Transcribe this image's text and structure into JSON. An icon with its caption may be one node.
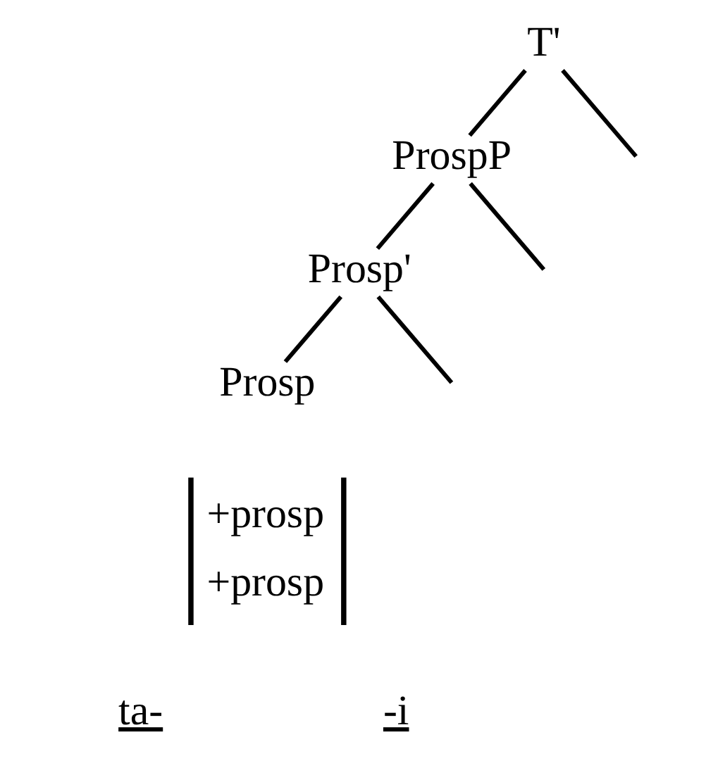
{
  "diagram": {
    "nodes": [
      {
        "text": [
          "T'"
        ]
      },
      {
        "text": [
          "ProspP"
        ]
      },
      {
        "text": [
          "Prosp'"
        ]
      },
      {
        "text": [
          "Prosp"
        ]
      },
      {
        "text": [
          "+prosp",
          "+prosp"
        ]
      }
    ],
    "edges": [
      {
        "from": 0,
        "to": 1,
        "arrow": "none"
      },
      {
        "from": 0,
        "to": null,
        "arrow": "none"
      },
      {
        "from": 1,
        "to": 2,
        "arrow": "none"
      },
      {
        "from": 1,
        "to": null,
        "arrow": "none"
      },
      {
        "from": 2,
        "to": 3,
        "arrow": "none"
      },
      {
        "from": 2,
        "to": null,
        "arrow": "none"
      }
    ],
    "labels": [
      "ta-",
      "-i"
    ]
  }
}
